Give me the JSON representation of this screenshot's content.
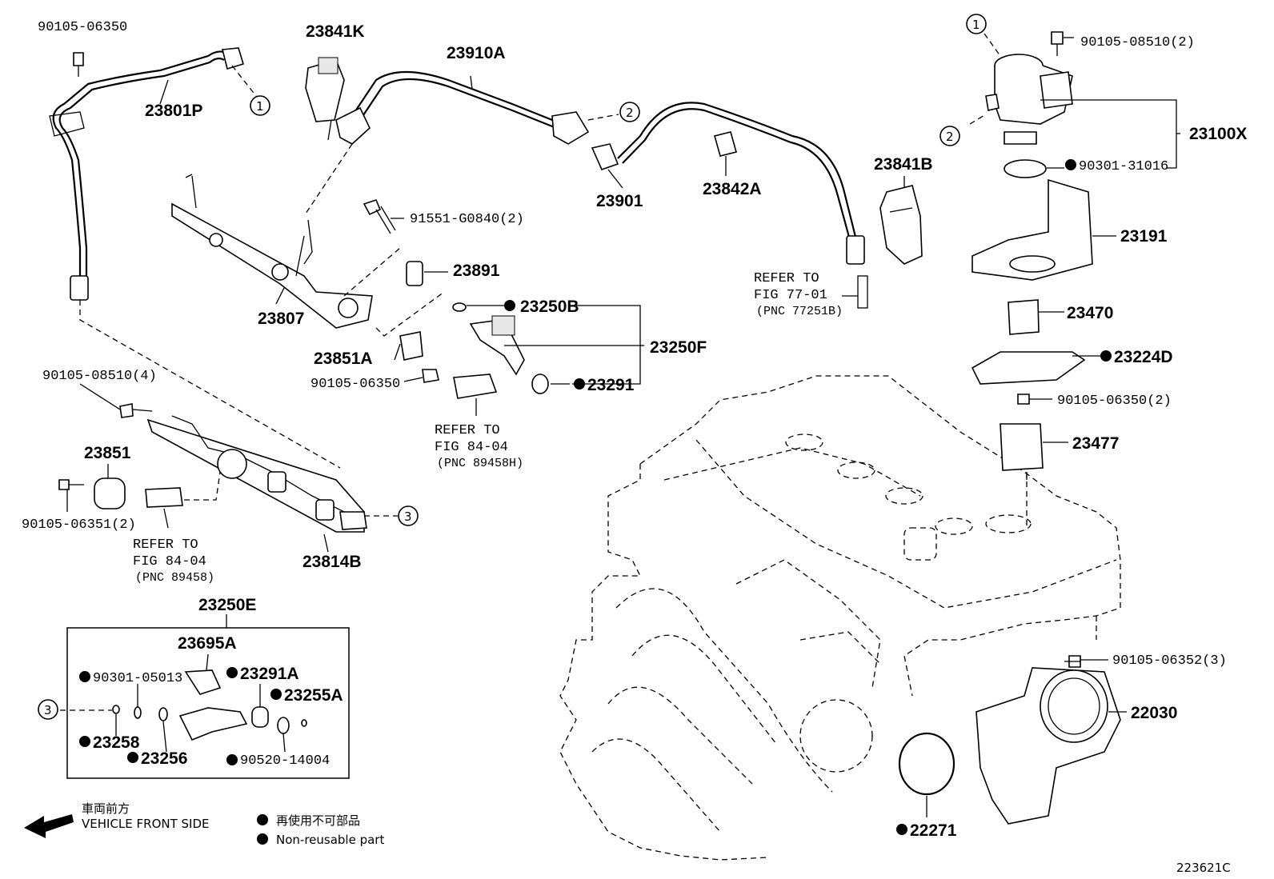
{
  "diagram": {
    "figure_code": "223621C",
    "labels": {
      "p90105_06350_top": "90105-06350",
      "p23841K": "23841K",
      "p23910A": "23910A",
      "p23801P": "23801P",
      "p23901": "23901",
      "p23842A": "23842A",
      "p23841B": "23841B",
      "p90105_08510_2": "90105-08510(2)",
      "p23100X": "23100X",
      "p90301_31016": "90301-31016",
      "p23191": "23191",
      "p91551_G0840": "91551-G0840(2)",
      "p23891": "23891",
      "p23807": "23807",
      "p23250B": "23250B",
      "p23250F": "23250F",
      "p23851A": "23851A",
      "p90105_06350_mid": "90105-06350",
      "p23291": "23291",
      "p23470": "23470",
      "p23224D": "23224D",
      "p90105_06350_2": "90105-06350(2)",
      "p23477": "23477",
      "p90105_08510_4": "90105-08510(4)",
      "p23851": "23851",
      "p90105_06351_2": "90105-06351(2)",
      "p23814B": "23814B",
      "p23250E": "23250E",
      "p23695A": "23695A",
      "p90301_05013": "90301-05013",
      "p23291A": "23291A",
      "p23255A": "23255A",
      "p23258": "23258",
      "p23256": "23256",
      "p90520_14004": "90520-14004",
      "p90105_06352_3": "90105-06352(3)",
      "p22030": "22030",
      "p22271": "22271"
    },
    "refers": [
      {
        "line1": "REFER TO",
        "line2": "FIG 77-01",
        "line3": "(PNC 77251B)"
      },
      {
        "line1": "REFER TO",
        "line2": "FIG 84-04",
        "line3": "(PNC 89458H)"
      },
      {
        "line1": "REFER TO",
        "line2": "FIG 84-04",
        "line3": "(PNC 89458)"
      }
    ],
    "circle_refs": [
      "1",
      "2",
      "3"
    ],
    "legend": {
      "front_jp": "車両前方",
      "front_en": "VEHICLE FRONT SIDE",
      "nonreuse_jp": "再使用不可部品",
      "nonreuse_en": "Non-reusable part"
    }
  }
}
